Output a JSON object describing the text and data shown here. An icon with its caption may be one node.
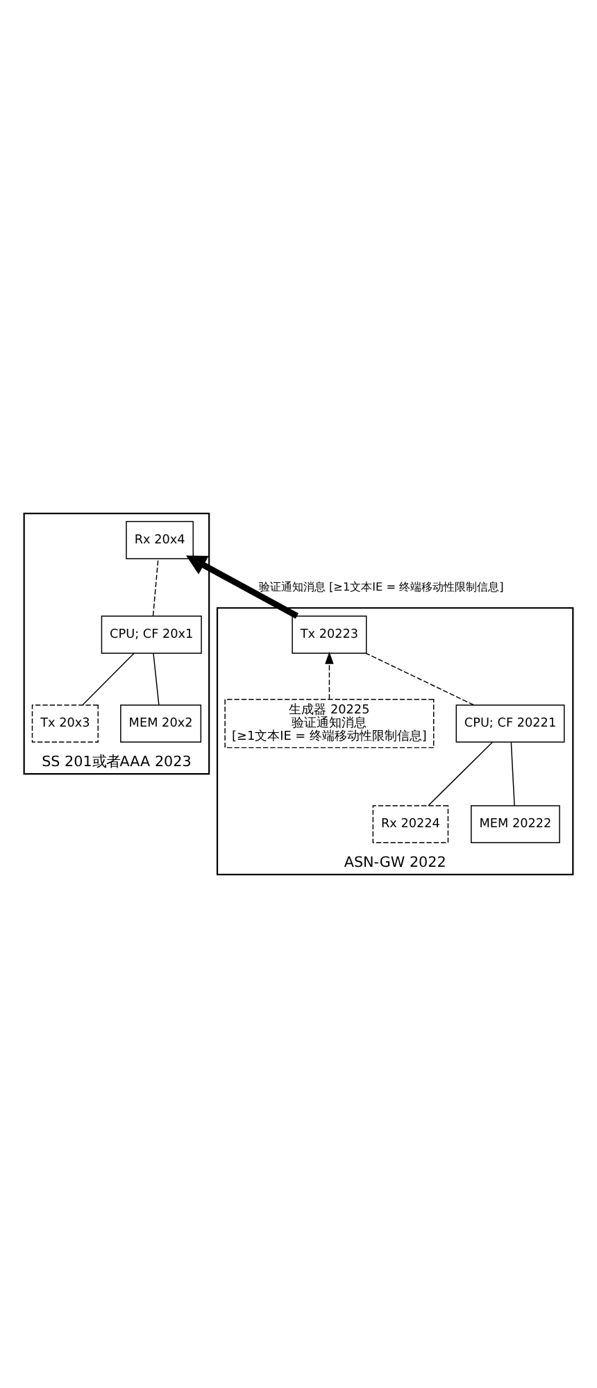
{
  "diagram": {
    "nodes": [
      {
        "text": [
          "ASN-GW 2022"
        ]
      },
      {
        "text": [
          "CPU; CF 20221"
        ],
        "in": 0
      },
      {
        "text": [
          "MEM 20222"
        ],
        "in": 0
      },
      {
        "text": [
          "Rx 20224"
        ],
        "in": 0
      },
      {
        "text": [
          "Tx 20223"
        ],
        "in": 0
      },
      {
        "text": [
          "生成器 20225",
          "验证通知消息",
          "[≥1文本IE = 终端移动性限制信息]"
        ],
        "in": 0
      },
      {
        "text": [
          "SS 201或者AAA 2023"
        ]
      },
      {
        "text": [
          "CPU; CF 20x1"
        ],
        "in": 6
      },
      {
        "text": [
          "MEM 20x2"
        ],
        "in": 6
      },
      {
        "text": [
          "Tx 20x3"
        ],
        "in": 6
      },
      {
        "text": [
          "Rx 20x4"
        ],
        "in": 6
      }
    ],
    "edges": [
      {
        "from": 2,
        "to": 1,
        "arrow": "none"
      },
      {
        "from": 3,
        "to": 1,
        "arrow": "none"
      },
      {
        "from": 1,
        "to": 4,
        "arrow": "none",
        "style": "dashed"
      },
      {
        "from": 5,
        "to": 4,
        "arrow": "to",
        "style": "dashed"
      },
      {
        "from": 4,
        "to": 10,
        "arrow": "to",
        "style": "thick",
        "label": "验证通知消息 [≥1文本IE = 终端移动性限制信息]"
      },
      {
        "from": 8,
        "to": 7,
        "arrow": "none"
      },
      {
        "from": 9,
        "to": 7,
        "arrow": "none"
      },
      {
        "from": 7,
        "to": 10,
        "arrow": "none",
        "style": "dashed"
      }
    ]
  }
}
